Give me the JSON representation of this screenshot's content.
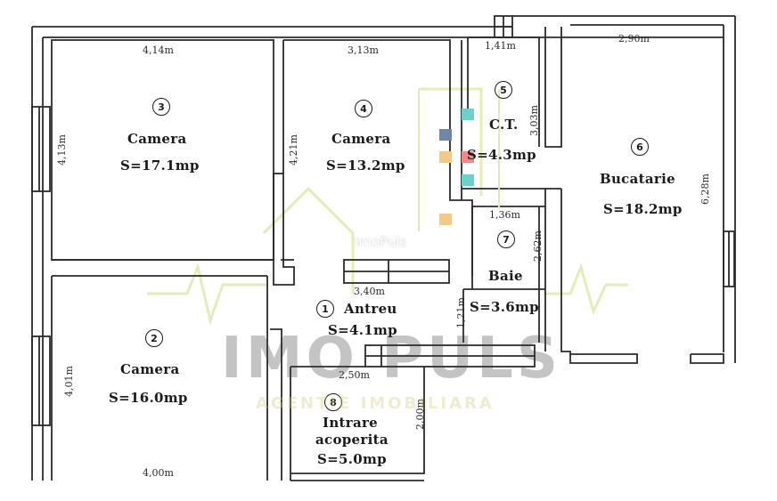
{
  "plan": {
    "rooms": [
      {
        "number": "3",
        "name": "Camera",
        "area": "S=17.1mp"
      },
      {
        "number": "4",
        "name": "Camera",
        "area": "S=13.2mp"
      },
      {
        "number": "5",
        "name": "C.T.",
        "area": "S=4.3mp"
      },
      {
        "number": "6",
        "name": "Bucatarie",
        "area": "S=18.2mp"
      },
      {
        "number": "7",
        "name": "Baie",
        "area": "S=3.6mp"
      },
      {
        "number": "1",
        "name": "Antreu",
        "area": "S=4.1mp"
      },
      {
        "number": "2",
        "name": "Camera",
        "area": "S=16.0mp"
      },
      {
        "number": "8",
        "name_line1": "Intrare",
        "name_line2": "acoperita",
        "area": "S=5.0mp"
      }
    ],
    "dimensions": {
      "d_414": "4,14m",
      "d_313": "3,13m",
      "d_141": "1,41m",
      "d_290": "2,90m",
      "d_413": "4,13m",
      "d_421": "4,21m",
      "d_303": "3,03m",
      "d_628": "6,28m",
      "d_136": "1,36m",
      "d_262": "2,62m",
      "d_340": "3,40m",
      "d_121": "1,21m",
      "d_401": "4,01m",
      "d_250": "2,50m",
      "d_200": "2,00m",
      "d_400": "4,00m"
    }
  },
  "watermark": {
    "small": "ImoPuls",
    "big": "IMO PULS",
    "sub": "AGENTIE IMOBILIARA"
  },
  "colors": {
    "wall": "#2b2b2b",
    "paper": "#ffffff",
    "watermark_green": "#d9e3a0",
    "marker_teal": "#6fd0c8",
    "marker_blue": "#6f86a8",
    "marker_orange": "#f2c98a",
    "marker_red": "#f08a8a"
  }
}
